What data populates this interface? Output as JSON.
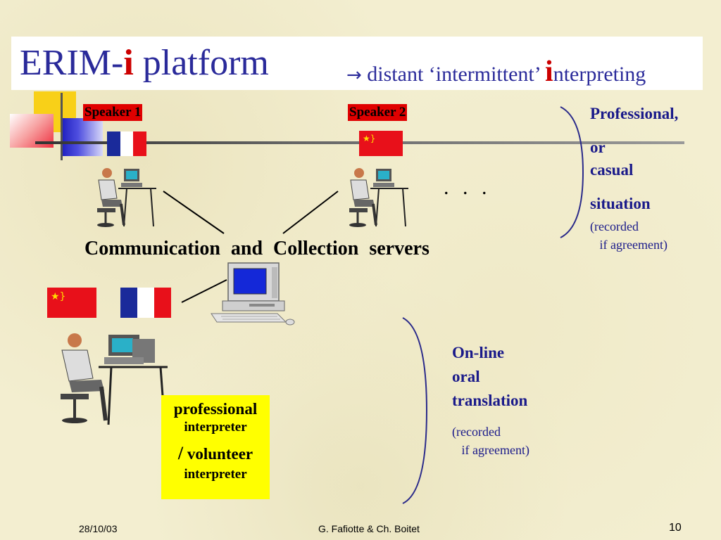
{
  "slide": {
    "title_prefix": "ERIM-",
    "title_accent": "i",
    "title_suffix": " platform",
    "subtitle_arrow": "→",
    "subtitle_text": " distant ‘intermittent’ ",
    "subtitle_i": "i",
    "subtitle_end": "nterpreting"
  },
  "speakers": {
    "speaker1": "Speaker 1",
    "speaker2": "Speaker 2",
    "ellipsis": ". . ."
  },
  "situation": {
    "line1": "Professional,",
    "line2": "or",
    "line3": "casual",
    "line4": "situation",
    "note": "(recorded\n   if agreement)"
  },
  "servers_label": "Communication  and  Collection  servers",
  "interpreter": {
    "line1": "professional",
    "line2": "interpreter",
    "slash": "/",
    "line3": " volunteer",
    "line4": "interpreter"
  },
  "translation": {
    "line1": "On-line",
    "line2": "oral",
    "line3": "translation",
    "note": "(recorded\n   if agreement)"
  },
  "footer": {
    "date": "28/10/03",
    "authors": "G. Fafiotte & Ch. Boitet",
    "page": "10"
  },
  "colors": {
    "title": "#2a2a9a",
    "accent_red": "#cc0000",
    "label_red": "#e00000",
    "highlight_yellow": "#ffff00",
    "side_text": "#1a1a8a"
  }
}
